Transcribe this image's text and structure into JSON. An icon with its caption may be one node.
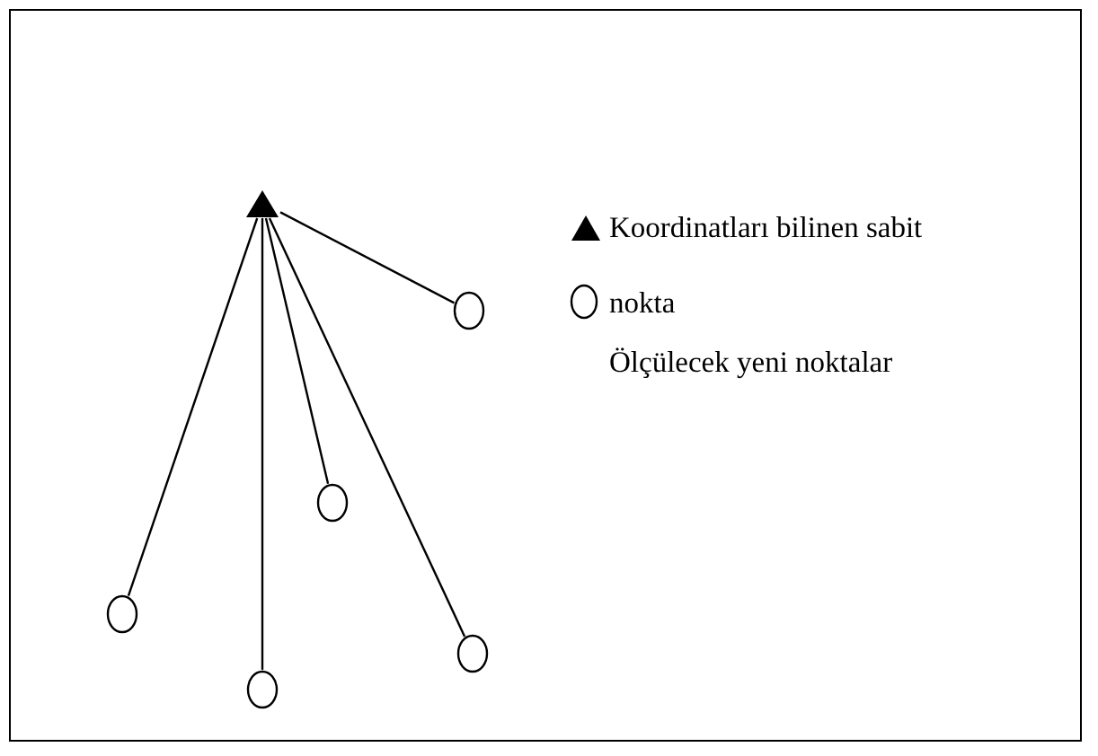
{
  "diagram": {
    "nodes": [
      {
        "text": [],
        "shape": "triangle"
      },
      {
        "text": [],
        "shape": "circle"
      },
      {
        "text": [],
        "shape": "circle"
      },
      {
        "text": [],
        "shape": "circle"
      },
      {
        "text": [],
        "shape": "circle"
      },
      {
        "text": [],
        "shape": "circle"
      }
    ],
    "edges": [
      {
        "from": 0,
        "to": 1,
        "arrow": "none"
      },
      {
        "from": 0,
        "to": 2,
        "arrow": "none"
      },
      {
        "from": 0,
        "to": 3,
        "arrow": "none"
      },
      {
        "from": 0,
        "to": 4,
        "arrow": "none"
      },
      {
        "from": 0,
        "to": 5,
        "arrow": "none"
      }
    ],
    "legend": [
      {
        "text": "Koordinatları bilinen sabit nokta"
      },
      {
        "text": "Ölçülecek yeni noktalar"
      }
    ]
  }
}
